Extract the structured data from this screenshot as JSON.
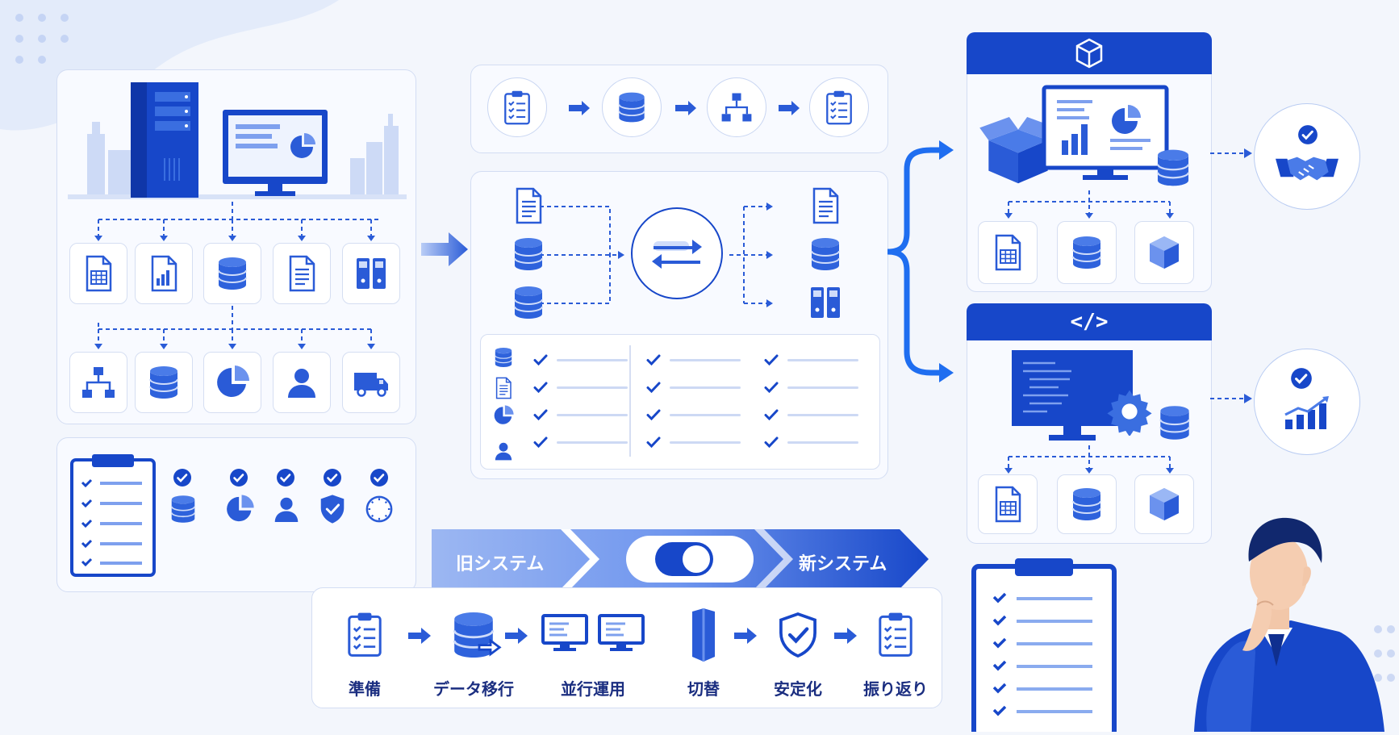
{
  "switch_bar": {
    "old_system": "旧システム",
    "new_system": "新システム"
  },
  "steps": [
    {
      "label": "準備",
      "icon": "clipboard-checklist-icon"
    },
    {
      "label": "データ移行",
      "icon": "database-transfer-icon"
    },
    {
      "label": "並行運用",
      "icon": "dual-monitor-icon"
    },
    {
      "label": "切替",
      "icon": "switch-panel-icon"
    },
    {
      "label": "安定化",
      "icon": "shield-check-icon"
    },
    {
      "label": "振り返り",
      "icon": "clipboard-checklist-icon"
    }
  ],
  "code_header_glyph": "</>",
  "colors": {
    "primary": "#1747c9",
    "light": "#7ea0ee",
    "panel_border": "#d3ddf3",
    "background": "#f3f6fc"
  }
}
